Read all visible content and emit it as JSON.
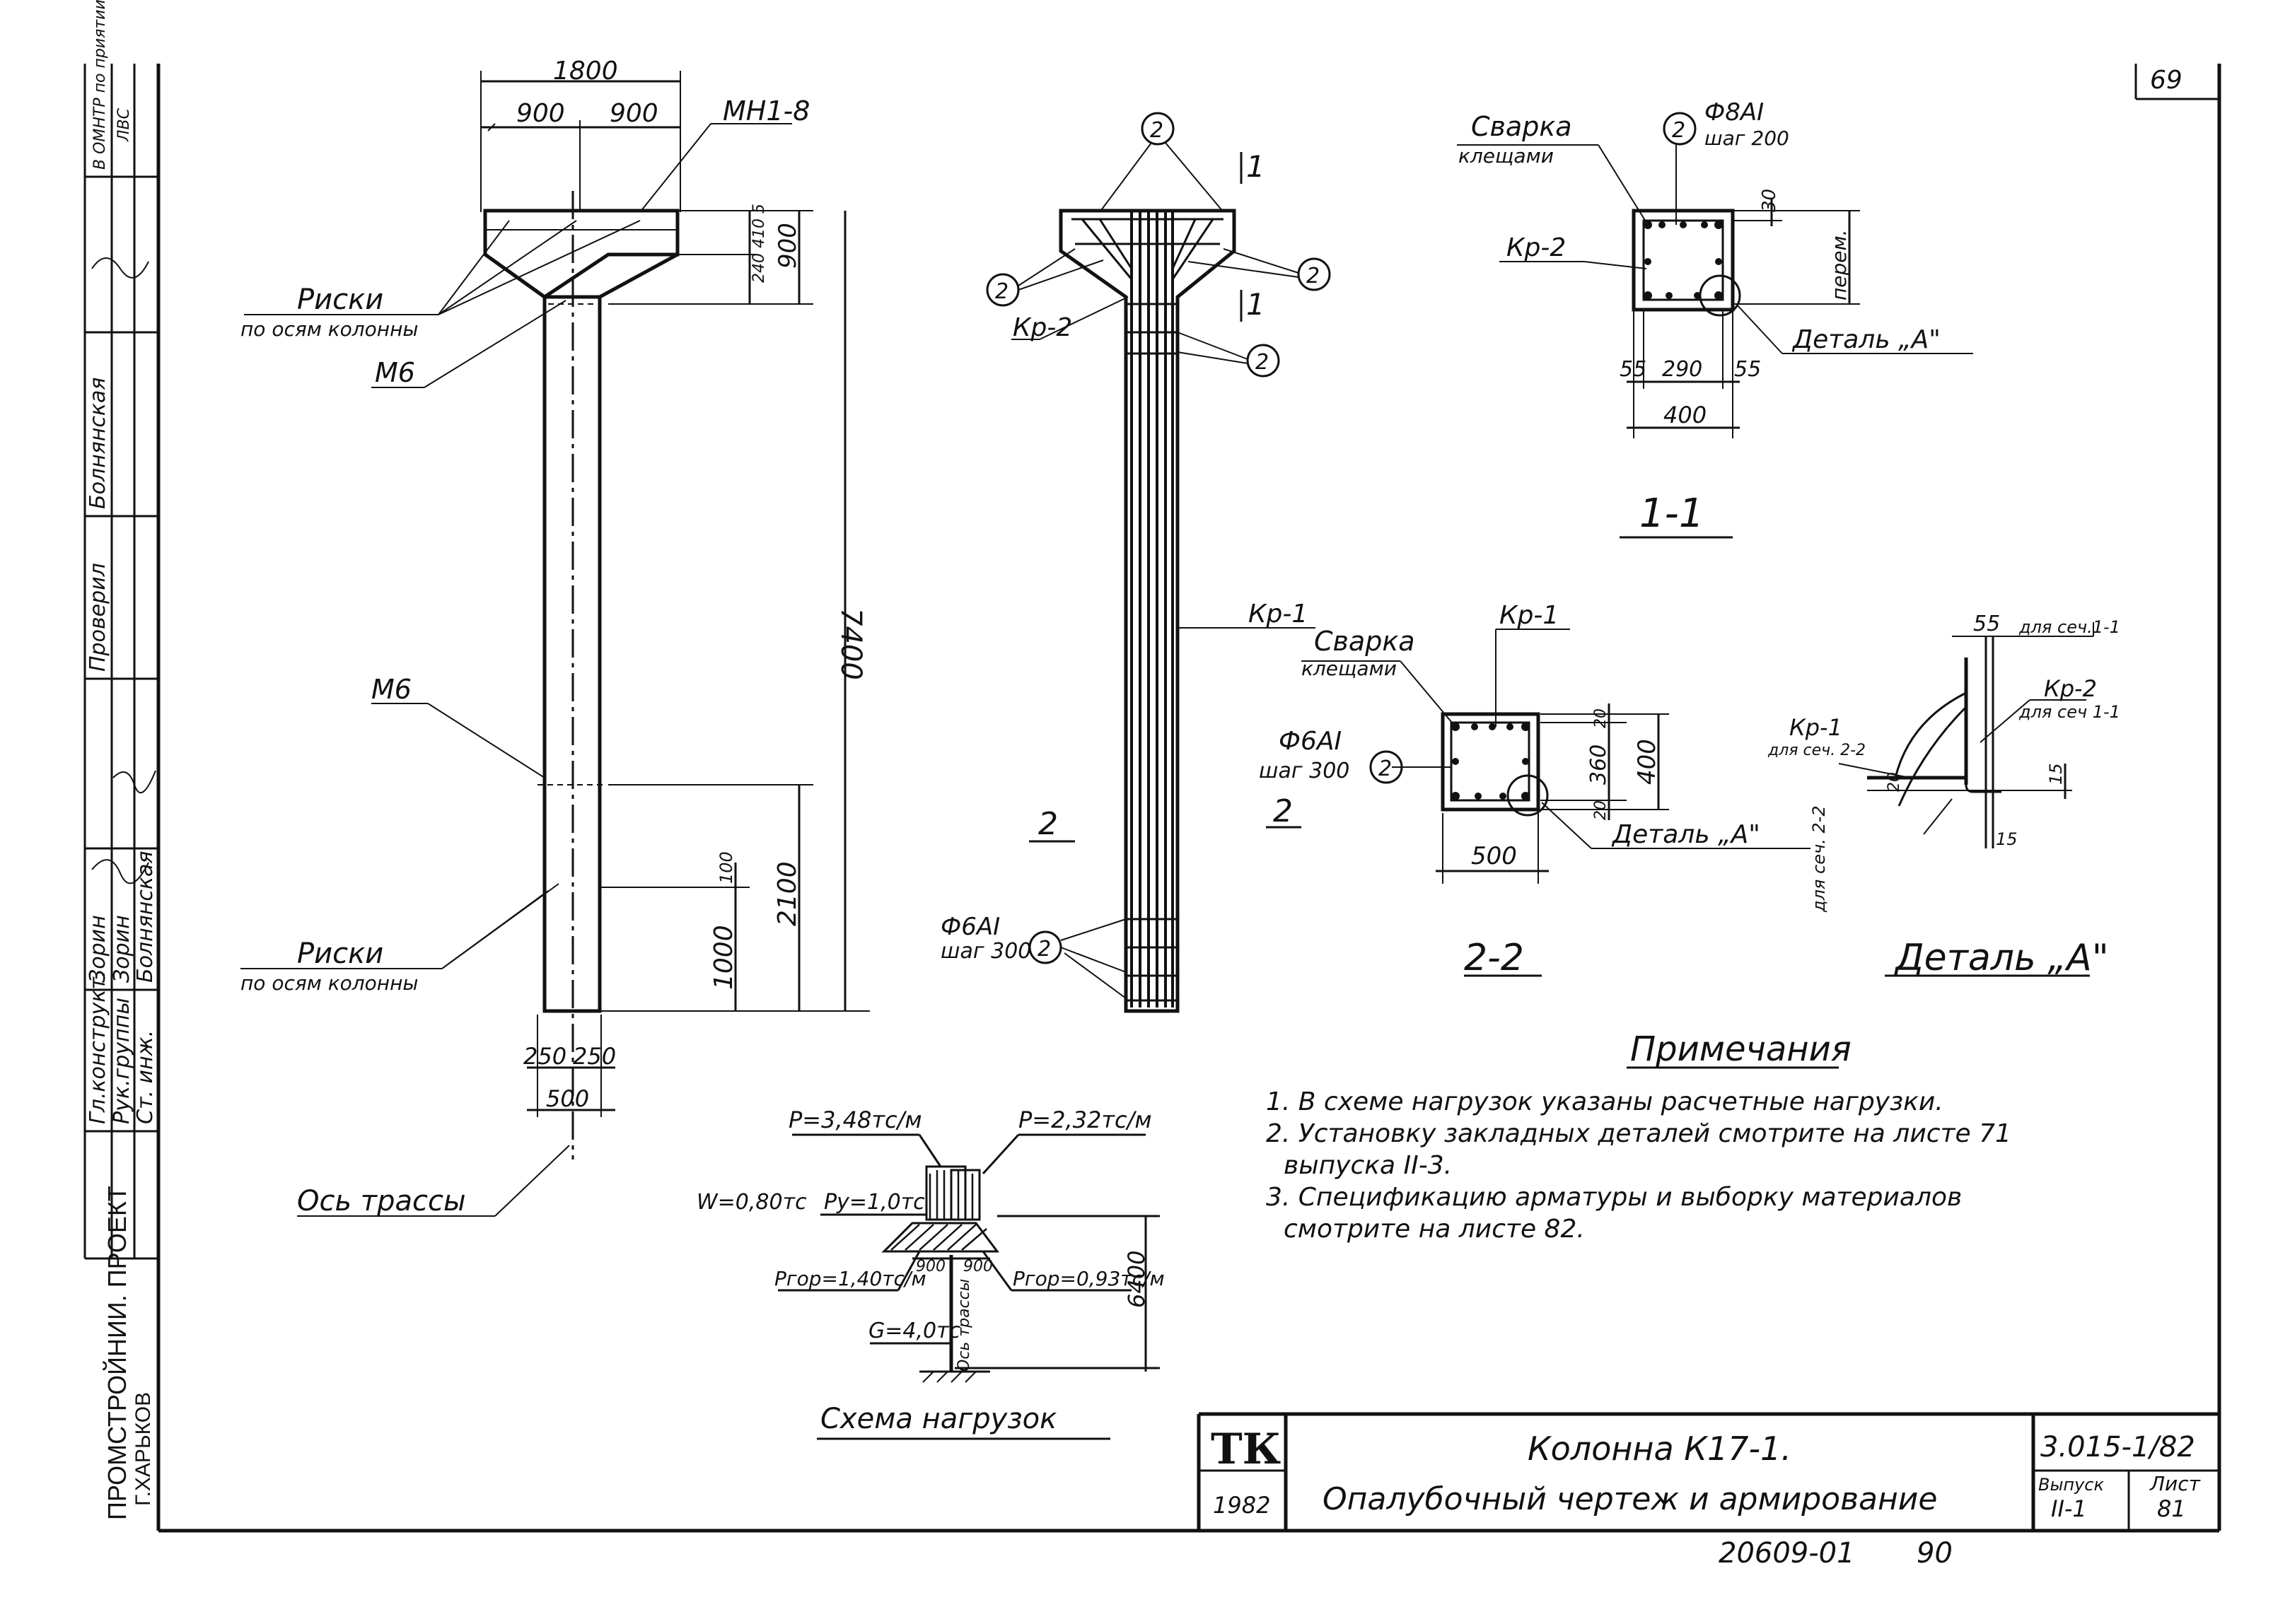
{
  "sheet": {
    "top_corner": "69",
    "bottom_code": "20609-01",
    "bottom_num": "90"
  },
  "left_stamp": {
    "org": "ПРОМСТРОЙНИИ. ПРОЕКТ",
    "city": "Г.ХАРЬКОВ",
    "rows": [
      {
        "role": "Гл.конструкт.",
        "name": "Зорин"
      },
      {
        "role": "Рук.группы",
        "name": "Зорин"
      },
      {
        "role": "Ст. инж.",
        "name": "Болнянская"
      },
      {
        "role": "Проверил",
        "name": "Болнянская"
      }
    ],
    "corner_note": "В ОМНТР по приятии",
    "corner_note2": "ЛВС"
  },
  "elevation": {
    "dim_top": "1800",
    "dim_half_left": "900",
    "dim_half_right": "900",
    "part_mn": "МН1-8",
    "dim_small": "240 410 5",
    "dim_900": "900",
    "dim_total": "7400",
    "dim_2100": "2100",
    "dim_1000": "1000",
    "dim_100": "100",
    "dim_250a": "250",
    "dim_250b": "250",
    "dim_500": "500",
    "label_marks_top": "Риски",
    "label_marks_top2": "по осям колонны",
    "label_m6_top": "М6",
    "label_m6_mid": "М6",
    "label_marks_bot": "Риски",
    "label_marks_bot2": "по осям колонны",
    "label_axis": "Ось трассы"
  },
  "reinforcement": {
    "callout": "2",
    "section_mark": "1",
    "kp2": "Кр-2",
    "kp1": "Кр-1",
    "view_label": "2",
    "stirrup": "Ф6АI",
    "stirrup_step": "шаг 300"
  },
  "section11": {
    "weld": "Сварка",
    "weld2": "клещами",
    "stirrup": "Ф8АI",
    "stirrup_step": "шаг 200",
    "callout": "2",
    "kp2": "Кр-2",
    "dim_30": "30",
    "dim_var": "перем.",
    "detail": "Деталь „А\"",
    "dim_55a": "55",
    "dim_290": "290",
    "dim_55b": "55",
    "dim_400": "400",
    "title": "1-1"
  },
  "section22": {
    "kp1": "Кр-1",
    "weld": "Сварка",
    "weld2": "клещами",
    "stirrup": "Ф6АI",
    "stirrup_step": "шаг 300",
    "callout": "2",
    "view_label": "2",
    "dim_20a": "20",
    "dim_360": "360",
    "dim_20b": "20",
    "dim_400": "400",
    "dim_500": "500",
    "detail": "Деталь „А\"",
    "title": "2-2"
  },
  "detailA": {
    "dim_55": "55",
    "for_sec11": "для сеч.1-1",
    "kp2": "Кр-2",
    "kp2_note": "для сеч 1-1",
    "kp1": "Кр-1",
    "kp1_note": "для сеч. 2-2",
    "dim_15a": "15",
    "dim_20": "20",
    "dim_15b": "15",
    "for_sec22": "для сеч. 2-2",
    "title": "Деталь „А\""
  },
  "loads": {
    "p_left": "Р=3,48тс/м",
    "p_right": "Р=2,32тс/м",
    "w": "W=0,80тс",
    "py": "Рy=1,0тс",
    "dim_900a": "900",
    "dim_900b": "900",
    "pgor_left": "Ргор=1,40тс/м",
    "pgor_right": "Ргор=0,93тс/м",
    "dim_6400": "6400",
    "g": "G=4,0тс",
    "axis": "Ось трассы",
    "title": "Схема нагрузок"
  },
  "notes": {
    "heading": "Примечания",
    "lines": [
      "1. В схеме нагрузок указаны расчетные нагрузки.",
      "2. Установку закладных деталей смотрите на листе 71",
      "выпуска II-3.",
      "3. Спецификацию арматуры и выборку материалов",
      "смотрите на листе 82."
    ]
  },
  "title_block": {
    "logo": "ТК",
    "year": "1982",
    "line1": "Колонна К17-1.",
    "line2": "Опалубочный чертеж и армирование",
    "doc_code": "3.015-1/82",
    "issue_label": "Выпуск",
    "issue": "II-1",
    "sheet_label": "Лист",
    "sheet": "81"
  }
}
